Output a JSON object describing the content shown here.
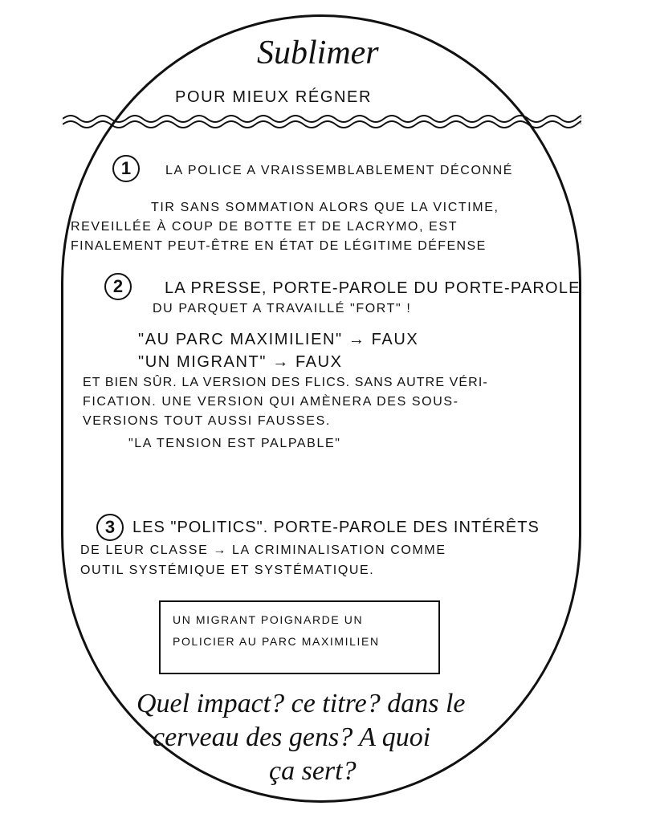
{
  "header": {
    "title": "Sublimer",
    "subtitle": "Pour mieux régner"
  },
  "section1": {
    "number": "1",
    "heading": "La police a vraissemblablement déconné",
    "lines": [
      "Tir sans sommation alors que la victime,",
      "reveillée à coup de botte et de lacrymo, est",
      "finalement peut-être en état de légitime défense"
    ]
  },
  "section2": {
    "number": "2",
    "heading_lines": [
      "La presse, porte-parole du porte-parole",
      "du parquet a travaillé \"fort\" !"
    ],
    "claims": [
      "\"Au parc Maximilien\" → faux",
      "\"Un migrant\" → faux"
    ],
    "lines": [
      "et bien sûr. la version des flics. sans autre véri-",
      "fication. une version qui amènera des sous-",
      "versions tout aussi fausses."
    ],
    "quote": "\"La tension est palpable\""
  },
  "section3": {
    "number": "3",
    "lines": [
      "Les \"Politics\". Porte-parole des intérêts",
      "de leur classe → la criminalisation comme",
      "outil systémique et systématique."
    ]
  },
  "headline_box": {
    "lines": [
      "Un migrant poignarde un",
      "policier au parc Maximilien"
    ]
  },
  "closing": {
    "lines": [
      "Quel impact? ce titre? dans le",
      "cerveau des gens? A quoi",
      "ça sert?"
    ]
  }
}
